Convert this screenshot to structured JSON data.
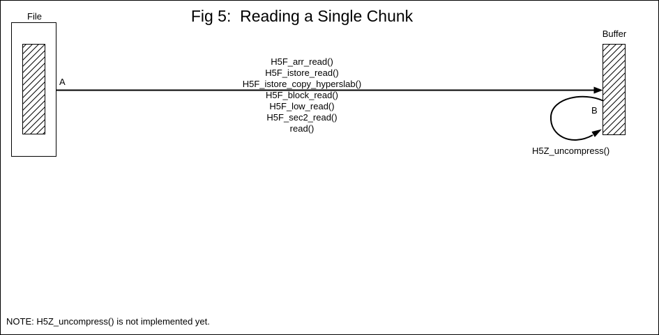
{
  "colors": {
    "ink": "#000000",
    "paper": "#ffffff"
  },
  "title": "Fig 5:  Reading a Single Chunk",
  "file_box": {
    "label": "File"
  },
  "buffer_box": {
    "label": "Buffer"
  },
  "read_path": {
    "marker": "A",
    "call_stack": [
      "H5F_arr_read()",
      "H5F_istore_read()",
      "H5F_istore_copy_hyperslab()",
      "H5F_block_read()",
      "H5F_low_read()",
      "H5F_sec2_read()",
      "read()"
    ]
  },
  "uncompress_loop": {
    "marker": "B",
    "function": "H5Z_uncompress()"
  },
  "note": "NOTE: H5Z_uncompress() is not implemented yet."
}
